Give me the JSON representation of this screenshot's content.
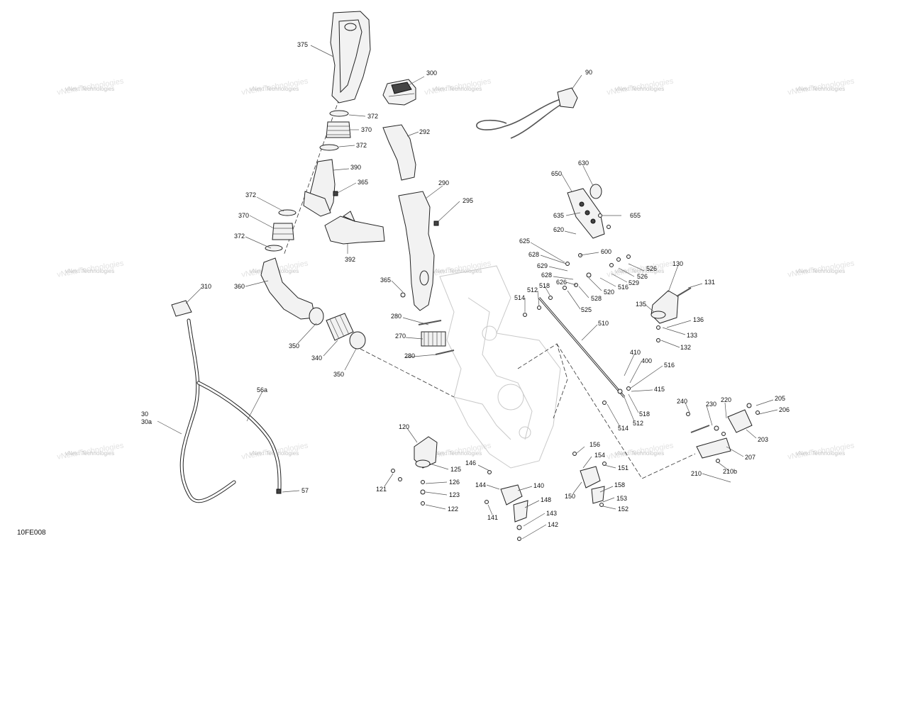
{
  "diagram_code": "10FE008",
  "watermark": "vNext Technologies",
  "labels": {
    "l375": "375",
    "l300": "300",
    "l90": "90",
    "l372a": "372",
    "l370a": "370",
    "l372b": "372",
    "l292": "292",
    "l390": "390",
    "l365a": "365",
    "l290": "290",
    "l295": "295",
    "l372c": "372",
    "l370b": "370",
    "l372d": "372",
    "l392": "392",
    "l360": "360",
    "l365b": "365",
    "l310": "310",
    "l280a": "280",
    "l270": "270",
    "l280b": "280",
    "l350a": "350",
    "l340": "340",
    "l350b": "350",
    "l650": "650",
    "l630": "630",
    "l635": "635",
    "l655": "655",
    "l620": "620",
    "l625": "625",
    "l628a": "628",
    "l600": "600",
    "l629": "629",
    "l628b": "628",
    "l626": "626",
    "l526a": "526",
    "l526b": "526",
    "l529": "529",
    "l516a": "516",
    "l520": "520",
    "l528": "528",
    "l525": "525",
    "l130": "130",
    "l131": "131",
    "l514a": "514",
    "l512a": "512",
    "l518a": "518",
    "l135": "135",
    "l136": "136",
    "l133": "133",
    "l132": "132",
    "l510": "510",
    "l410": "410",
    "l400": "400",
    "l516b": "516",
    "l415": "415",
    "l518b": "518",
    "l512b": "512",
    "l514b": "514",
    "l56a": "56a",
    "l30": "30",
    "l30a": "30a",
    "l57": "57",
    "l120": "120",
    "l125": "125",
    "l121": "121",
    "l126": "126",
    "l123": "123",
    "l122": "122",
    "l146": "146",
    "l144": "144",
    "l140": "140",
    "l148": "148",
    "l141": "141",
    "l143": "143",
    "l142": "142",
    "l156": "156",
    "l154": "154",
    "l151": "151",
    "l150": "150",
    "l158": "158",
    "l153": "153",
    "l152": "152",
    "l240": "240",
    "l230": "230",
    "l220": "220",
    "l205": "205",
    "l206": "206",
    "l203": "203",
    "l207": "207",
    "l210": "210",
    "l210b": "210b"
  }
}
